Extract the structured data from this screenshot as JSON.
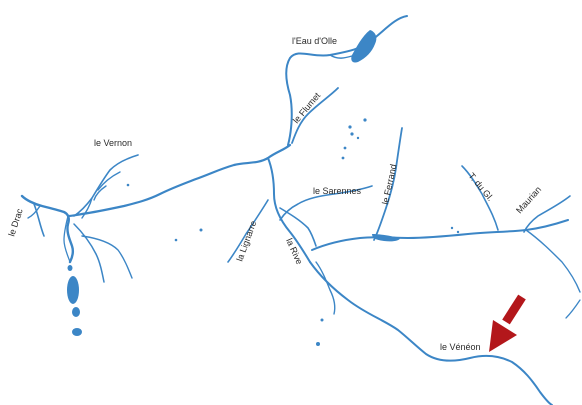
{
  "map": {
    "colors": {
      "background": "#ffffff",
      "water": "#3c86c6",
      "label": "#2b2b2b",
      "arrow": "#b3171b"
    },
    "labels": {
      "eau_dolle": "l'Eau d'Olle",
      "flumet": "le Flumet",
      "vernon": "le Vernon",
      "drac": "le Drac",
      "sarennes": "le Sarennes",
      "ferrand": "le Ferrand",
      "t_du_gl": "T. du Gl.",
      "maurian": "Maurian",
      "lignarre": "la Lignarre",
      "rive": "la Rive",
      "veneon": "le Vénéon"
    },
    "highlight": {
      "icon": "red-arrow-icon",
      "target": "le Vénéon"
    }
  }
}
